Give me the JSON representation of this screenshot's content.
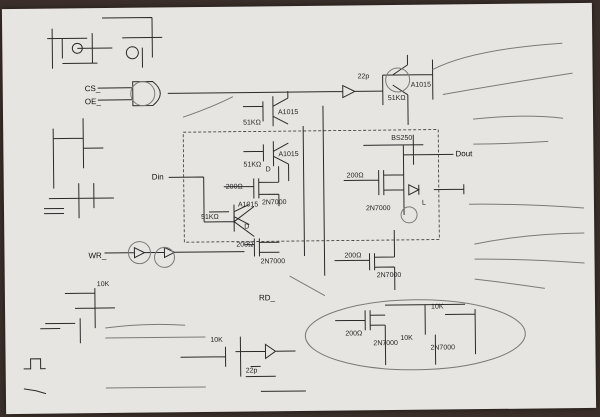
{
  "labels": {
    "cs": "CS_",
    "oe": "OE_",
    "din": "Din",
    "dout": "Dout",
    "wr": "WR_",
    "rd": "RD_",
    "r51k_a": "51KΩ",
    "r51k_b": "51KΩ",
    "r51k_c": "51KΩ",
    "r51k_d": "51KΩ",
    "r200_a": "200Ω",
    "r200_b": "200Ω",
    "r200_c": "200Ω",
    "r200_d": "200Ω",
    "r200_e": "200Ω",
    "a1015_a": "A1015",
    "a1015_b": "A1015",
    "a1015_c": "A1015",
    "a1015_d": "A1015",
    "q2n7000_a": "2N7000",
    "q2n7000_b": "2N7000",
    "q2n7000_c": "2N7000",
    "q2n7000_d": "2N7000",
    "q2n7000_e": "2N7000",
    "q2n7000_f": "2N7000",
    "bs250": "BS250",
    "r10k_a": "10K",
    "r10k_b": "10K",
    "r10k_c": "10K",
    "r10k_d": "10K",
    "c22p_a": "22p",
    "c22p_b": "22p",
    "d_a": "D",
    "d_b": "D",
    "l": "L"
  }
}
